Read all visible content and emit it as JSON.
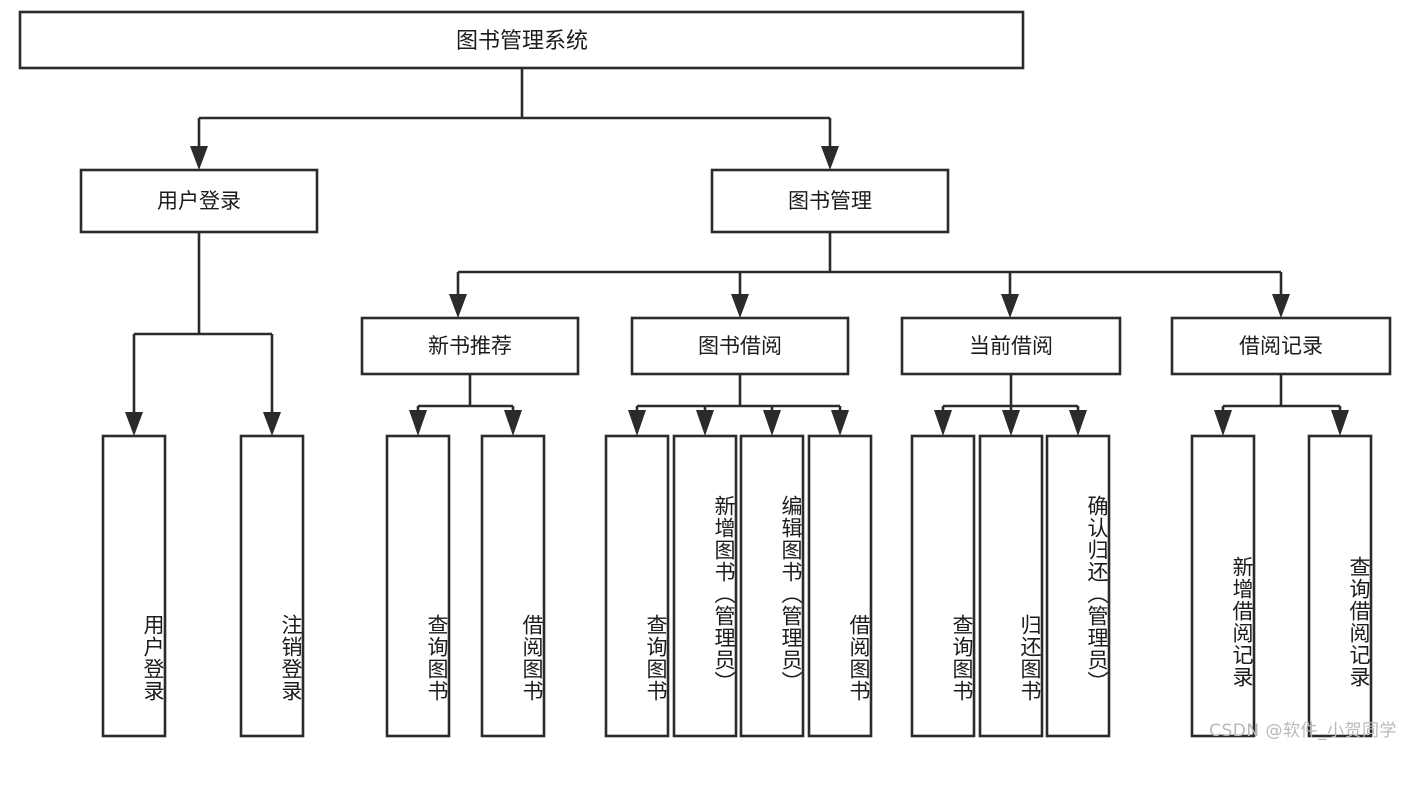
{
  "diagram": {
    "type": "tree",
    "orientation": "top-down",
    "title": "图书管理系统 功能结构图",
    "colors": {
      "background": "#ffffff",
      "box_fill": "#ffffff",
      "box_stroke": "#2b2b2b",
      "text": "#1c1c1c",
      "watermark": "#b9b9b9"
    },
    "root": {
      "label": "图书管理系统"
    },
    "level2": [
      {
        "label": "用户登录"
      },
      {
        "label": "图书管理"
      }
    ],
    "level3": [
      {
        "label": "新书推荐"
      },
      {
        "label": "图书借阅"
      },
      {
        "label": "当前借阅"
      },
      {
        "label": "借阅记录"
      }
    ],
    "leaves": {
      "user_login": [
        {
          "label": "用户登录"
        },
        {
          "label": "注销登录"
        }
      ],
      "new_book_recommend": [
        {
          "label": "查询图书"
        },
        {
          "label": "借阅图书"
        }
      ],
      "book_borrow": [
        {
          "label": "查询图书"
        },
        {
          "label": "新增图书（管理员）"
        },
        {
          "label": "编辑图书（管理员）"
        },
        {
          "label": "借阅图书"
        }
      ],
      "current_borrow": [
        {
          "label": "查询图书"
        },
        {
          "label": "归还图书"
        },
        {
          "label": "确认归还（管理员）"
        }
      ],
      "borrow_record": [
        {
          "label": "新增借阅记录"
        },
        {
          "label": "查询借阅记录"
        }
      ]
    }
  },
  "watermark": {
    "text": "CSDN @软件_小贺同学"
  }
}
